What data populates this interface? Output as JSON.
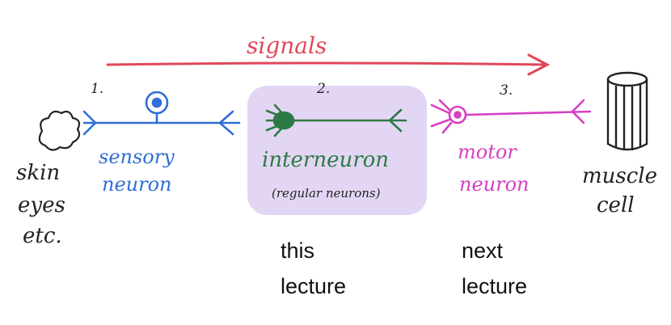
{
  "labels": {
    "signals": "signals",
    "step_1": "1.",
    "step_2": "2.",
    "step_3": "3.",
    "sensory_line1": "sensory",
    "sensory_line2": "neuron",
    "inter": "interneuron",
    "inter_sub": "(regular neurons)",
    "motor_line1": "motor",
    "motor_line2": "neuron",
    "source_line1": "skin",
    "source_line2": "eyes",
    "source_line3": "etc.",
    "target_line1": "muscle",
    "target_line2": "cell",
    "this_line1": "this",
    "this_line2": "lecture",
    "next_line1": "next",
    "next_line2": "lecture"
  },
  "colors": {
    "signals": "#e0475a",
    "sensory": "#2f6fd6",
    "inter": "#2e7a45",
    "inter_highlight": "#e3d6f4",
    "motor": "#d63fc4",
    "ink": "#222222"
  }
}
